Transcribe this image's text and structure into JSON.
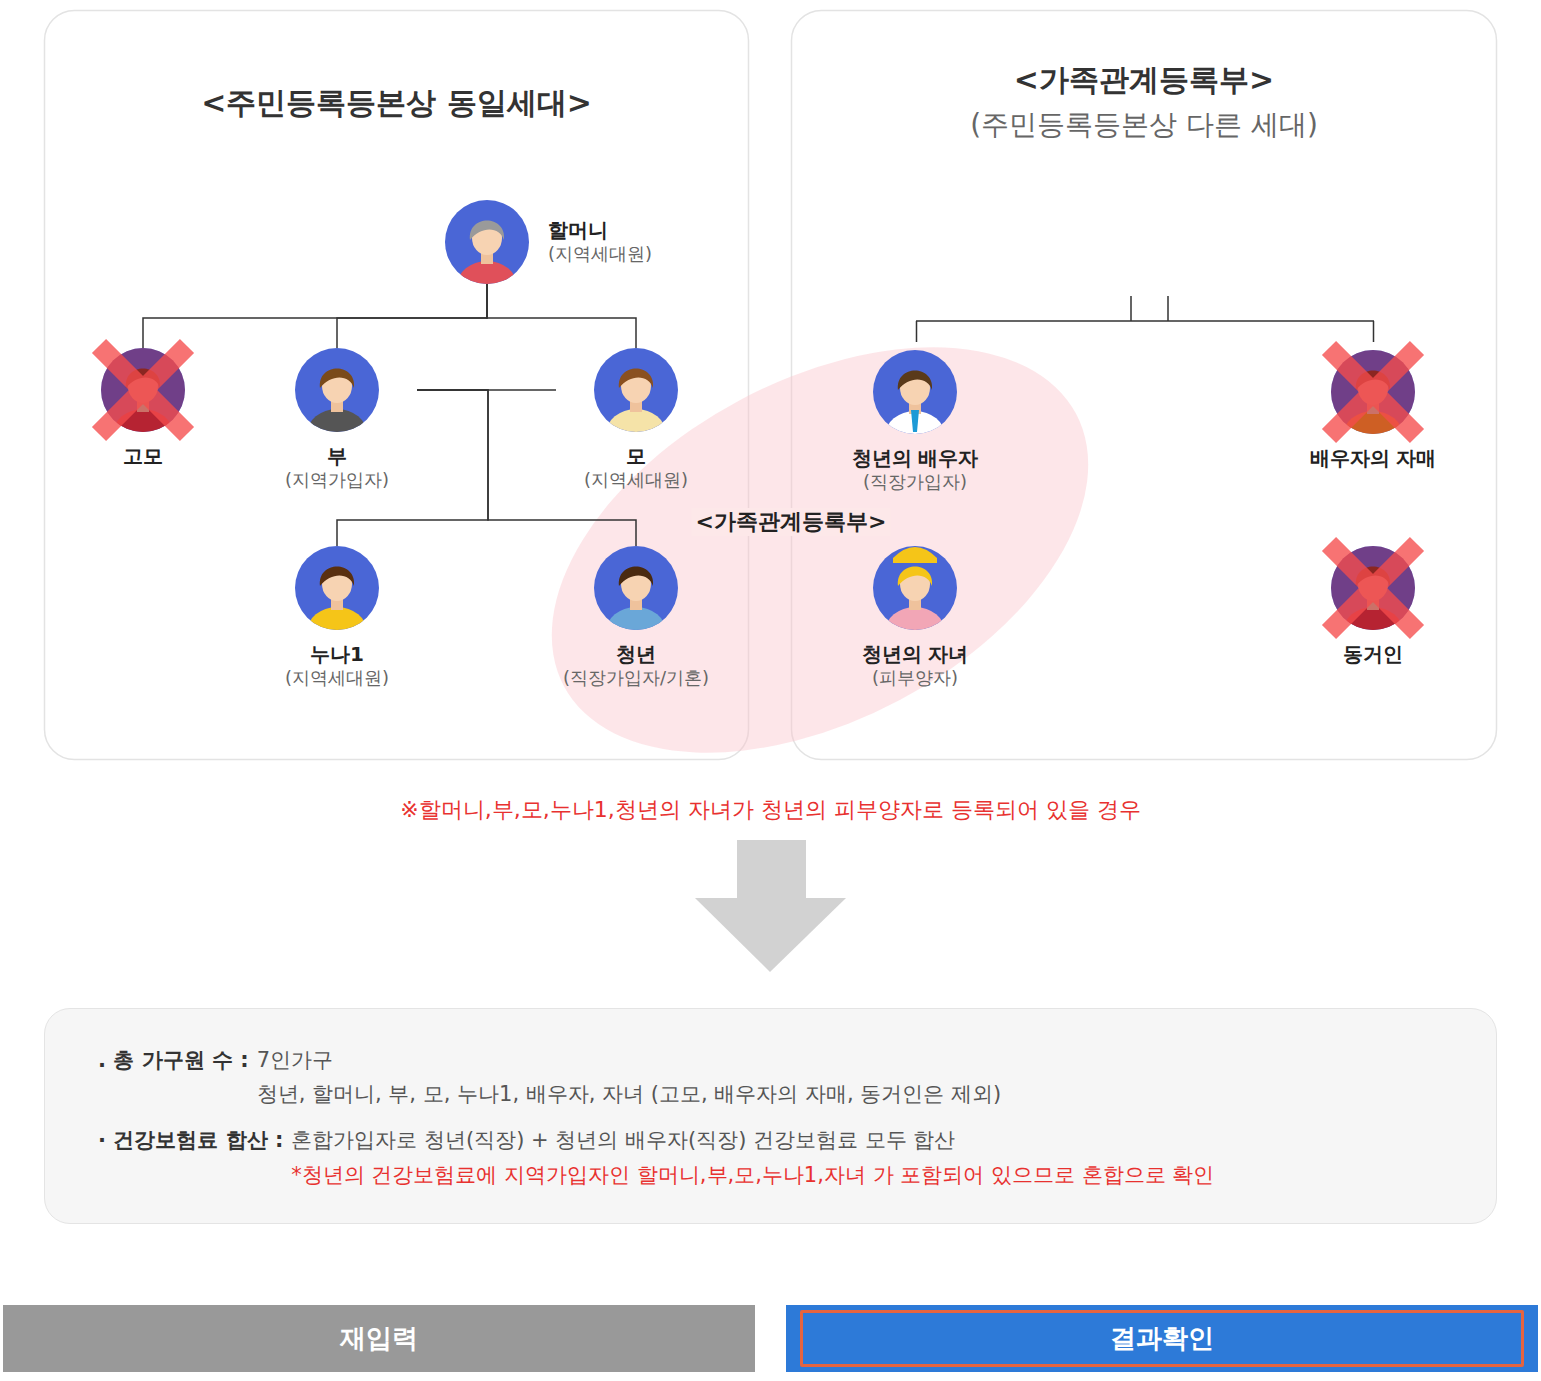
{
  "diagram": {
    "nodes": [
      {
        "text": [
          "<주민등록등본상 동일세대>"
        ]
      },
      {
        "text": [
          "할머니",
          "(지역세대원)"
        ],
        "in": 0
      },
      {
        "text": [
          "고모"
        ],
        "in": 0
      },
      {
        "text": [
          "부",
          "(지역가입자)"
        ],
        "in": 0
      },
      {
        "text": [
          "모",
          "(지역세대원)"
        ],
        "in": 0
      },
      {
        "text": [
          "누나1",
          "(지역세대원)"
        ],
        "in": 0
      },
      {
        "text": [
          "청년",
          "(직장가입자/기혼)"
        ],
        "in": 0
      },
      {
        "text": [
          "<가족관계등록부>",
          "(주민등록등본상 다른 세대)"
        ]
      },
      {
        "text": [
          "청년의 배우자",
          "(직장가입자)"
        ],
        "in": 7
      },
      {
        "text": [
          "배우자의 자매"
        ],
        "in": 7
      },
      {
        "text": [
          "청년의 자녀",
          "(피부양자)"
        ],
        "in": 7
      },
      {
        "text": [
          "동거인"
        ],
        "in": 7
      },
      {
        "text": [
          "<가족관계등록부>"
        ]
      },
      {
        "text": [
          ". 총 가구원 수 :",
          "7인가구",
          "청년, 할머니, 부, 모, 누나1, 배우자, 자녀 (고모, 배우자의 자매, 동거인은 제외)",
          "· 건강보험료 합산 :",
          "혼합가입자로 청년(직장) + 청년의 배우자(직장) 건강보험료 모두 합산",
          "*청년의 건강보험료에 지역가입자인 할머니,부,모,누나1,자녀 가 포함되어 있으므로 혼합으로 확인"
        ]
      },
      {
        "text": [
          "재입력"
        ]
      },
      {
        "text": [
          "결과확인"
        ]
      }
    ],
    "edges": [
      {
        "from": 1,
        "to": 2,
        "arrow": "none"
      },
      {
        "from": 1,
        "to": 3,
        "arrow": "none"
      },
      {
        "from": 1,
        "to": 4,
        "arrow": "none"
      },
      {
        "from": 3,
        "to": 4,
        "arrow": "none"
      },
      {
        "from": 3,
        "to": 5,
        "arrow": "none"
      },
      {
        "from": 3,
        "to": 6,
        "arrow": "none"
      }
    ],
    "labels": [
      "※할머니,부,모,누나1,청년의 자녀가 청년의 피부양자로 등록되어 있을 경우"
    ]
  }
}
